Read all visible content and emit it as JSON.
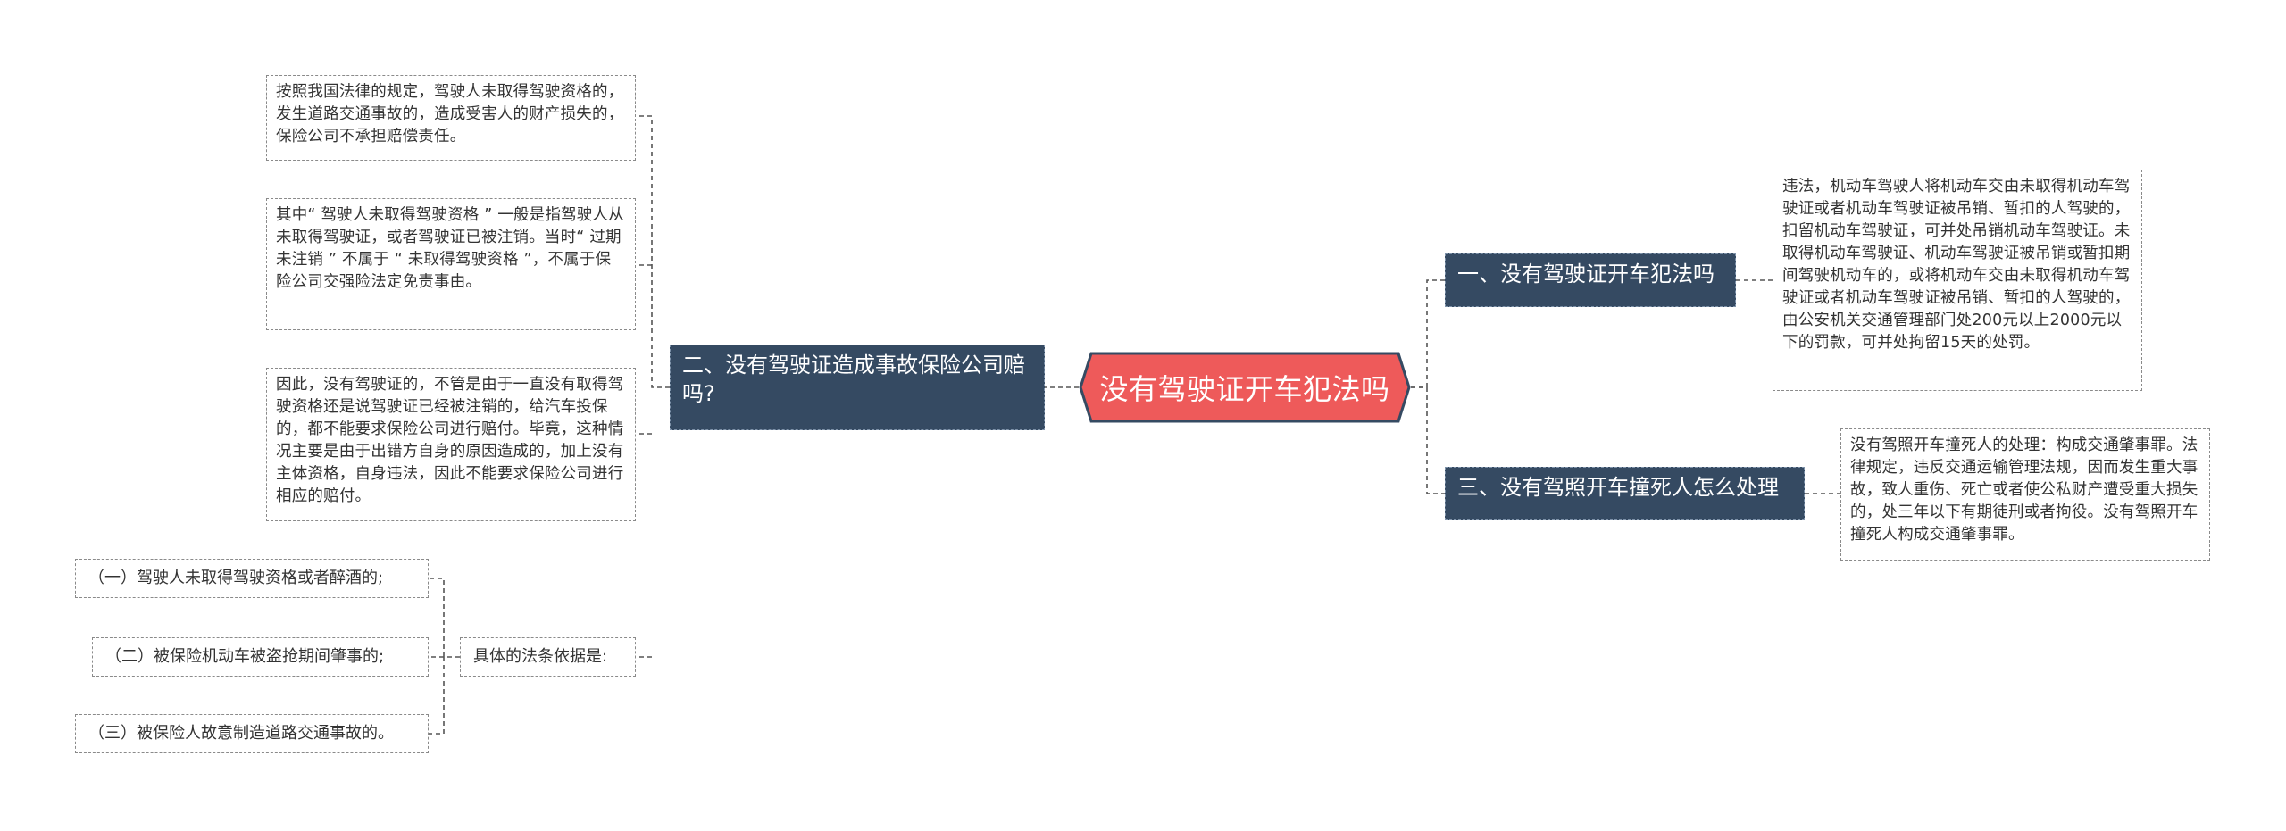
{
  "root": {
    "title": "没有驾驶证开车犯法吗"
  },
  "branches": {
    "b1": "一、没有驾驶证开车犯法吗",
    "b2": "二、没有驾驶证造成事故保险公司赔吗?",
    "b3": "三、没有驾照开车撞死人怎么处理"
  },
  "notes": {
    "n1": "违法，机动车驾驶人将机动车交由未取得机动车驾驶证或者机动车驾驶证被吊销、暂扣的人驾驶的，扣留机动车驾驶证，可并处吊销机动车驾驶证。未取得机动车驾驶证、机动车驾驶证被吊销或暂扣期间驾驶机动车的，或将机动车交由未取得机动车驾驶证或者机动车驾驶证被吊销、暂扣的人驾驶的，由公安机关交通管理部门处200元以上2000元以下的罚款，可并处拘留15天的处罚。",
    "n3": "没有驾照开车撞死人的处理：构成交通肇事罪。法律规定，违反交通运输管理法规，因而发生重大事故，致人重伤、死亡或者使公私财产遭受重大损失的，处三年以下有期徒刑或者拘役。没有驾照开车撞死人构成交通肇事罪。",
    "n2a": "按照我国法律的规定，驾驶人未取得驾驶资格的，发生道路交通事故的，造成受害人的财产损失的，保险公司不承担赔偿责任。",
    "n2b": "其中“ 驾驶人未取得驾驶资格 ” 一般是指驾驶人从未取得驾驶证，或者驾驶证已被注销。当时“ 过期未注销 ” 不属于 “ 未取得驾驶资格 ”，不属于保险公司交强险法定免责事由。",
    "n2c": "因此，没有驾驶证的，不管是由于一直没有取得驾驶资格还是说驾驶证已经被注销的，给汽车投保的，都不能要求保险公司进行赔付。毕竟，这种情况主要是由于出错方自身的原因造成的，加上没有主体资格，自身违法，因此不能要求保险公司进行相应的赔付。",
    "n2d": "具体的法条依据是:"
  },
  "leaves": {
    "l1": "（一）驾驶人未取得驾驶资格或者醉酒的;",
    "l2": "（二）被保险机动车被盗抢期间肇事的;",
    "l3": "（三）被保险人故意制造道路交通事故的。"
  },
  "colors": {
    "root_fill": "#ee5a5a",
    "root_border": "#354a62",
    "branch_fill": "#354a62",
    "line": "#555555"
  }
}
